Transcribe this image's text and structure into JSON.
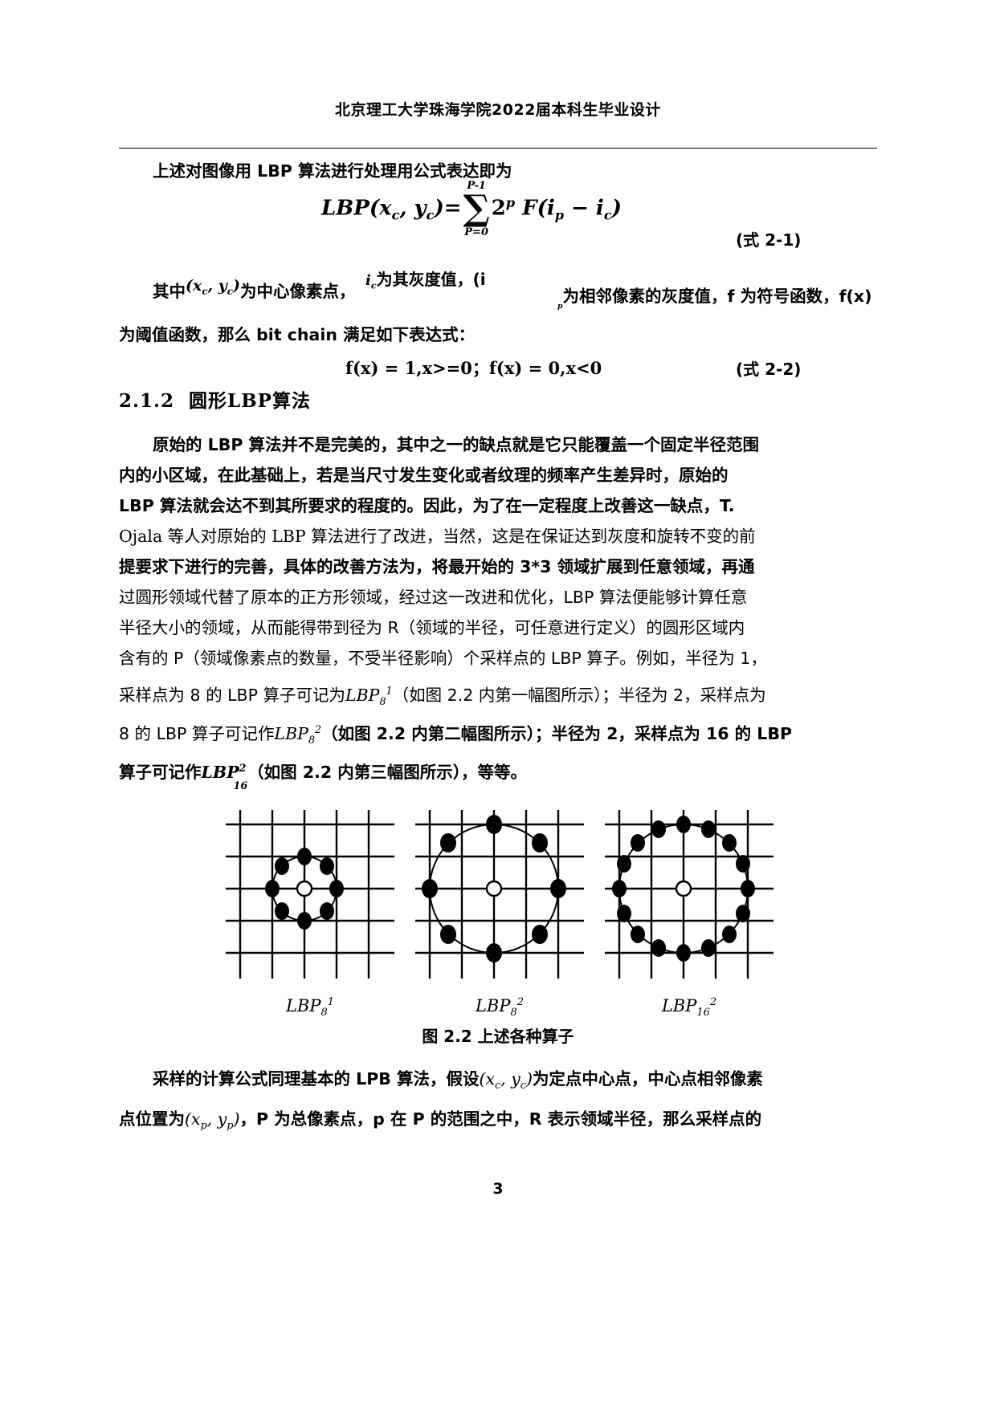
{
  "header": {
    "title": "北京理工大学珠海学院2022届本科生毕业设计"
  },
  "intro": {
    "lead": "上述对图像用 LBP 算法进行处理用公式表达即为"
  },
  "equation_1": {
    "lhs": "LBP",
    "lhs_args": "(x",
    "sub_c1": "c",
    "comma": ", y",
    "sub_c2": "c",
    "close": ")",
    "equals": "=",
    "sum_top": "P-1",
    "sum_bottom": "P=0",
    "sum_glyph": "∑",
    "term_base": "2",
    "term_exp": "p",
    "func": "F(i",
    "func_sub1": "p",
    "minus": " − i",
    "func_sub2": "c",
    "func_close": ")",
    "label": "(式 2-1)"
  },
  "explain": {
    "part1": "其中",
    "sym_center": "(x",
    "sym_center_sub1": "c",
    "sym_center_mid": ", y",
    "sym_center_sub2": "c",
    "sym_center_close": ")",
    "part2": "为中心像素点，",
    "sym_ic": "i",
    "sym_ic_sub": "c",
    "part3": "为其灰度值，(i",
    "sym_ip_sub": "p",
    "part4": "为相邻像素的灰度值，f 为符号函数，f(x)",
    "part5": "为阈值函数，那么 bit chain 满足如下表达式："
  },
  "equation_2": {
    "text": "f(x) = 1,x>=0；f(x) = 0,x<0",
    "label": "(式 2-2)"
  },
  "section": {
    "number": "2.1.2",
    "title": "圆形LBP算法"
  },
  "body": {
    "line1": "原始的 LBP 算法并不是完美的，其中之一的缺点就是它只能覆盖一个固定半径范围",
    "line2": "内的小区域，在此基础上，若是当尺寸发生变化或者纹理的频率产生差异时，原始的",
    "line3": "LBP 算法就会达不到其所要求的程度的。因此，为了在一定程度上改善这一缺点，T.",
    "line4": "Ojala 等人对原始的 LBP 算法进行了改进，当然，这是在保证达到灰度和旋转不变的前",
    "line5": "提要求下进行的完善，具体的改善方法为，将最开始的 3*3 领域扩展到任意领域，再通",
    "line6": "过圆形领域代替了原本的正方形领域，经过这一改进和优化，LBP 算法便能够计算任意",
    "line7": "半径大小的领域，从而能得带到径为 R（领域的半径，可任意进行定义）的圆形区域内",
    "line8": "含有的 P（领域像素点的数量，不受半径影响）个采样点的 LBP 算子。例如，半径为 1，",
    "line9_a": "采样点为 8 的 LBP 算子可记为",
    "line9_sym": "LBP",
    "line9_sym_sub": "8",
    "line9_sym_sup": "1",
    "line9_b": "（如图 2.2 内第一幅图所示）；半径为 2，采样点为",
    "line10_a": "8 的 LBP 算子可记作",
    "line10_sym": "LBP",
    "line10_sym_sub": "8",
    "line10_sym_sup": "2",
    "line10_b": "（如图 2.2 内第二幅图所示）；半径为 2，采样点为 16 的 LBP",
    "line11_a": "算子可记作",
    "line11_sym": "LBP",
    "line11_sym_sub": "16",
    "line11_sym_sup": "2",
    "line11_b": "（如图 2.2 内第三幅图所示），等等。"
  },
  "figure": {
    "labels": [
      {
        "base": "LBP",
        "sub": "8",
        "sup": "1"
      },
      {
        "base": "LBP",
        "sub": "8",
        "sup": "2"
      },
      {
        "base": "LBP",
        "sub": "16",
        "sup": "2"
      }
    ],
    "caption": "图 2.2  上述各种算子",
    "panels": [
      {
        "name": "lbp-8-1-diagram",
        "points": 8,
        "radius_cells": 1
      },
      {
        "name": "lbp-8-2-diagram",
        "points": 8,
        "radius_cells": 2
      },
      {
        "name": "lbp-16-2-diagram",
        "points": 16,
        "radius_cells": 2
      }
    ]
  },
  "closing": {
    "line1_a": "采样的计算公式同理基本的 LPB 算法，假设",
    "line1_sym": "(x",
    "line1_sym_sub1": "c",
    "line1_sym_mid": ", y",
    "line1_sym_sub2": "c",
    "line1_sym_close": ")",
    "line1_b": "为定点中心点，中心点相邻像素",
    "line2_a": "点位置为",
    "line2_sym": "(x",
    "line2_sym_sub1": "p",
    "line2_sym_mid": ", y",
    "line2_sym_sub2": "p",
    "line2_sym_close": ")",
    "line2_b": "，P 为总像素点，p 在 P 的范围之中，R 表示领域半径，那么采样点的"
  },
  "footer": {
    "page_number": "3"
  },
  "colors": {
    "text": "#000000",
    "background": "#ffffff",
    "rule": "#000000"
  }
}
